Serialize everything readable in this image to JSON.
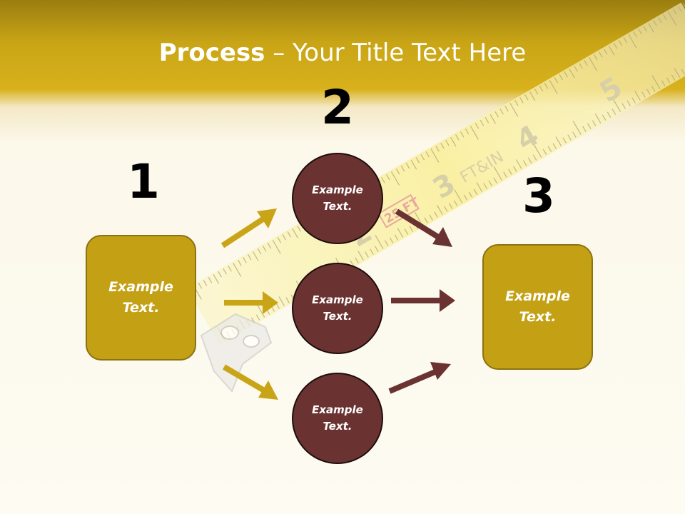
{
  "title": {
    "bold": "Process",
    "rest": " – Your Title Text Here"
  },
  "steps": [
    {
      "number": "1",
      "box": "Example\nText."
    },
    {
      "number": "2",
      "circles": [
        "Example\nText.",
        "Example\nText.",
        "Example\nText."
      ]
    },
    {
      "number": "3",
      "box": "Example\nText."
    }
  ],
  "tape": {
    "numbers": [
      "2",
      "3",
      "4",
      "5"
    ],
    "badge": "25 FT",
    "unit": "FT&IN"
  },
  "colors": {
    "gold": "#c4a015",
    "maroon": "#6b3232",
    "arrow_gold": "#c9a416",
    "arrow_maroon": "#6b3232"
  }
}
